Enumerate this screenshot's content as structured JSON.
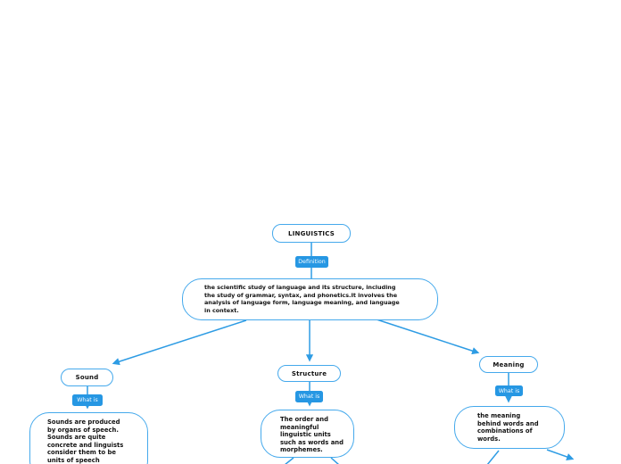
{
  "map": {
    "root": {
      "label": "LINGUISTICS"
    },
    "definition": {
      "connector_label": "Definition",
      "text": "the scientific study of language and its structure, including\nthe study of grammar, syntax, and phonetics.It involves the\nanalysis of language form, language meaning, and language\nin context."
    },
    "branches": [
      {
        "title": "Sound",
        "connector_label": "What is",
        "description": "Sounds are produced\nby organs of speech.\nSounds are quite\nconcrete and linguists\nconsider them to be\nunits of speech"
      },
      {
        "title": "Structure",
        "connector_label": "What is",
        "description": "The order and\nmeaningful\nlinguistic units\nsuch as words and\nmorphemes."
      },
      {
        "title": "Meaning",
        "connector_label": "What is",
        "description": "the meaning\nbehind words and\ncombinations of\nwords."
      }
    ],
    "colors": {
      "line_blue": "#2e9ce4",
      "node_border_blue": "#45a9ec",
      "label_bg_blue": "#2697e3",
      "label_text": "#ffffff",
      "node_text": "#111111",
      "background": "#ffffff"
    }
  }
}
